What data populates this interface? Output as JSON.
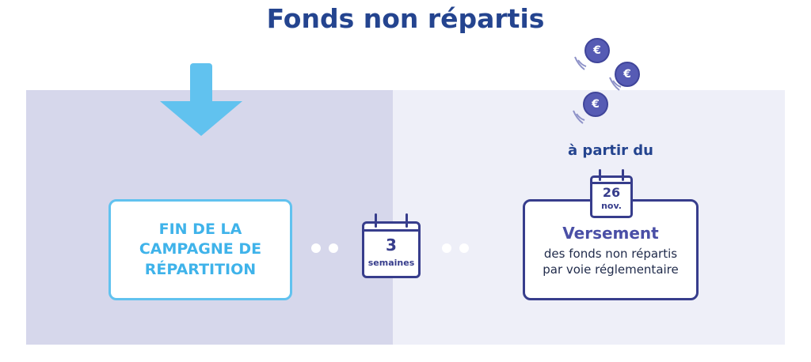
{
  "title": "Fonds non répartis",
  "colors": {
    "title": "#24448f",
    "left_panel": "#d6d7eb",
    "right_panel": "#eeeff8",
    "accent_light_blue": "#61c2ef",
    "accent_navy": "#373d8c",
    "coin": "#565bb4"
  },
  "icons": {
    "arrow": "arrow-down-icon",
    "calendar": "calendar-icon",
    "coin": "euro-coin-icon"
  },
  "end_of_campaign": {
    "label": "FIN DE LA\nCAMPAGNE DE\nRÉPARTITION"
  },
  "interval": {
    "value": "3",
    "unit": "semaines"
  },
  "payment": {
    "intro": "à partir du",
    "date_day": "26",
    "date_month": "nov.",
    "title": "Versement",
    "description": "des fonds non répartis\npar voie réglementaire"
  },
  "coin_symbol": "€"
}
